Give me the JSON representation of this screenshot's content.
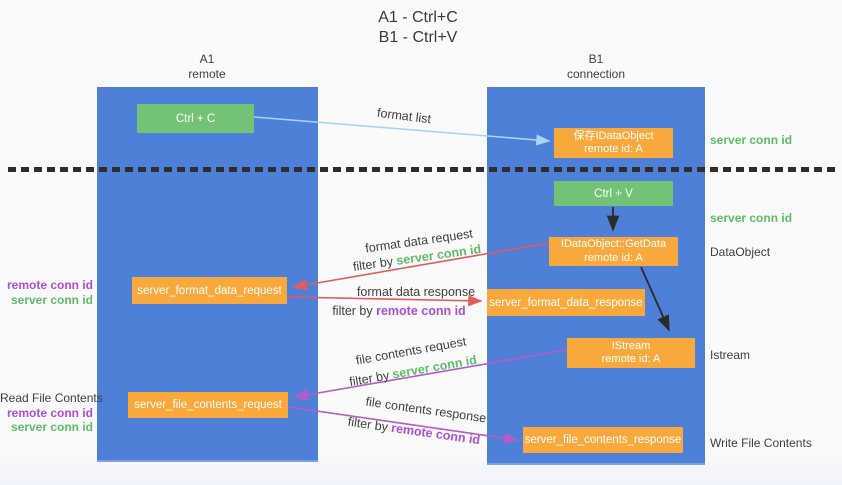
{
  "title": {
    "line1": "A1 - Ctrl+C",
    "line2": "B1 - Ctrl+V"
  },
  "lanes": {
    "left": {
      "header_line1": "A1",
      "header_line2": "remote"
    },
    "right": {
      "header_line1": "B1",
      "header_line2": "connection"
    }
  },
  "boxes": {
    "ctrl_c": "Ctrl + C",
    "save_dataobject_line1": "保存IDataObject",
    "save_dataobject_line2": "remote id: A",
    "ctrl_v": "Ctrl + V",
    "getdata_line1": "IDataObject::GetData",
    "getdata_line2": "remote id: A",
    "format_request": "server_format_data_request",
    "format_response": "server_format_data_response",
    "istream_line1": "IStream",
    "istream_line2": "remote id: A",
    "file_request": "server_file_contents_request",
    "file_response": "server_file_contents_response"
  },
  "arrow_labels": {
    "format_list": "format list",
    "format_data_request": "format data request",
    "format_data_response": "format data response",
    "file_contents_request": "file contents request",
    "file_contents_response": "file contents response",
    "filter_by": "filter by ",
    "server_conn_id": "server conn id",
    "remote_conn_id": "remote conn id"
  },
  "side_labels": {
    "left": {
      "remote_conn_id": "remote conn id",
      "server_conn_id": "server conn id",
      "read_file_contents": "Read File Contents",
      "remote_conn_id_2": "remote conn id",
      "server_conn_id_2": "server conn id"
    },
    "right": {
      "server_conn_id_1": "server conn id",
      "server_conn_id_2": "server conn id",
      "dataobject": "DataObject",
      "istream": "Istream",
      "write_file_contents": "Write File Contents"
    }
  },
  "colors": {
    "lane_blue": "#4e80d8",
    "box_green": "#74C276",
    "box_orange": "#F9A83C",
    "arrow_light_blue": "#a6d5f2",
    "arrow_red": "#E25C5F",
    "arrow_purple": "#B75BC9",
    "arrow_black": "#2b2b2b",
    "text_green": "#5FBD68",
    "text_purple": "#AE4FD1",
    "text_dark": "#3f3f3f",
    "separator_dark": "#2e2e2e"
  }
}
